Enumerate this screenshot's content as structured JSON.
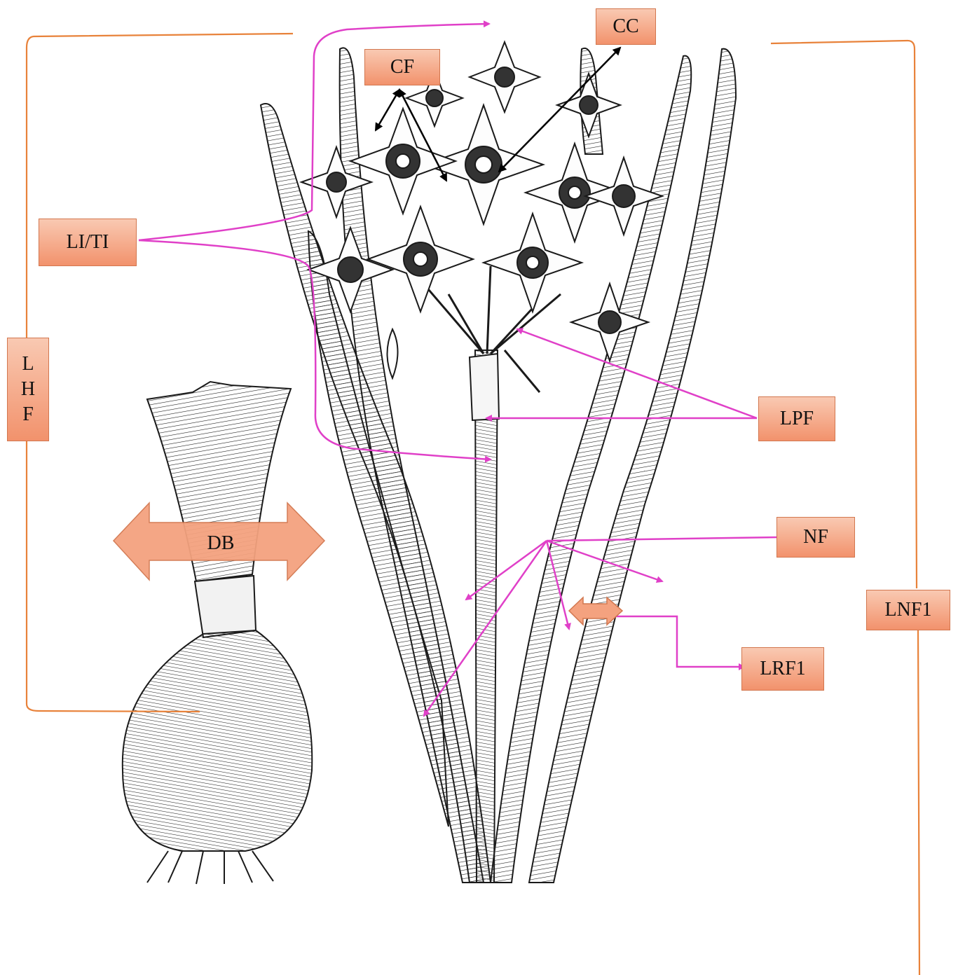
{
  "labels": {
    "cc": "CC",
    "cf": "CF",
    "li_ti": "LI/TI",
    "lhf": [
      "L",
      "H",
      "F"
    ],
    "lpf": "LPF",
    "nf": "NF",
    "lnf1": "LNF1",
    "lrf1": "LRF1",
    "db": "DB"
  },
  "colors": {
    "label_fill": "#f4a27f",
    "label_border": "#d2774f",
    "bracket": "#e8823a",
    "pointer": "#e040c8",
    "black_arrow": "#000000",
    "drawing": "#1a1a1a"
  }
}
